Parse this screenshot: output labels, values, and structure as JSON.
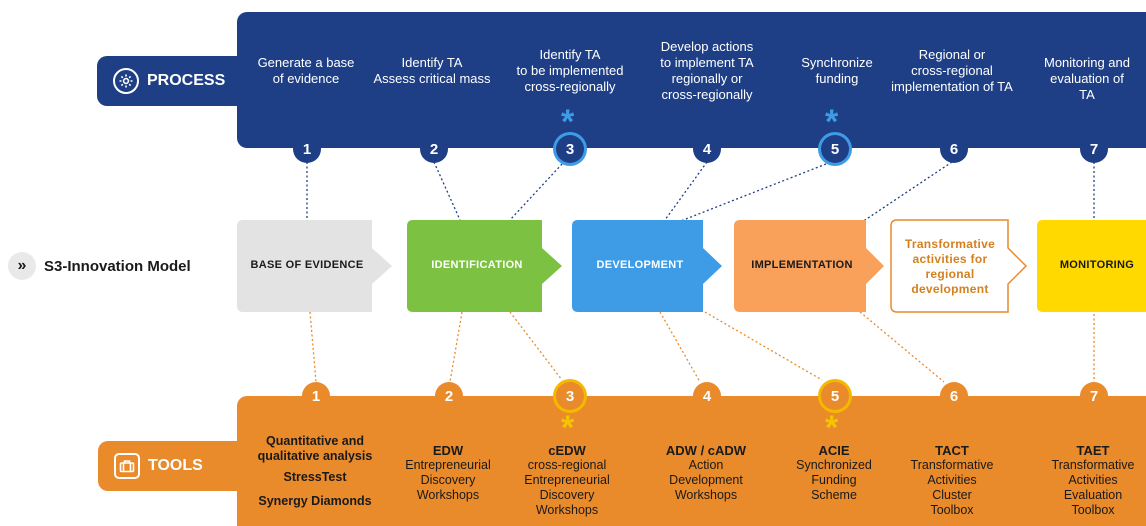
{
  "process": {
    "label": "PROCESS",
    "icon": "gear-icon",
    "steps": [
      {
        "num": "1",
        "text": [
          "Generate a base",
          "of evidence"
        ],
        "asterisk": false
      },
      {
        "num": "2",
        "text": [
          "Identify TA",
          "Assess critical mass"
        ],
        "asterisk": false
      },
      {
        "num": "3",
        "text": [
          "Identify TA",
          "to be implemented",
          "cross-regionally"
        ],
        "asterisk": true
      },
      {
        "num": "4",
        "text": [
          "Develop actions",
          "to implement TA",
          "regionally or",
          "cross-regionally"
        ],
        "asterisk": false
      },
      {
        "num": "5",
        "text": [
          "Synchronize",
          "funding"
        ],
        "asterisk": true
      },
      {
        "num": "6",
        "text": [
          "Regional or",
          "cross-regional",
          "implementation of TA"
        ],
        "asterisk": false
      },
      {
        "num": "7",
        "text": [
          "Monitoring and",
          "evaluation of",
          "TA"
        ],
        "asterisk": false
      }
    ]
  },
  "model": {
    "label": "S3-Innovation Model",
    "icon": "double-chevron-right-icon",
    "stages": [
      {
        "label": "BASE OF EVIDENCE",
        "color": "#e3e3e3",
        "text_color": "#1a1a1a"
      },
      {
        "label": "IDENTIFICATION",
        "color": "#7dc142",
        "text_color": "#ffffff"
      },
      {
        "label": "DEVELOPMENT",
        "color": "#3e9ce6",
        "text_color": "#ffffff"
      },
      {
        "label": "IMPLEMENTATION",
        "color": "#f9a15a",
        "text_color": "#1a1a1a"
      },
      {
        "label": "Transformative activities for regional development",
        "color": "#ffffff",
        "text_color": "#d4801f"
      },
      {
        "label": "MONITORING",
        "color": "#ffd900",
        "text_color": "#1a1a1a"
      }
    ]
  },
  "tools": {
    "label": "TOOLS",
    "icon": "briefcase-icon",
    "items": [
      {
        "num": "1",
        "title": "",
        "lines": [
          "Quantitative and",
          "qualitative analysis",
          "StressTest",
          "Synergy Diamonds"
        ],
        "asterisk": false
      },
      {
        "num": "2",
        "title": "EDW",
        "lines": [
          "Entrepreneurial",
          "Discovery",
          "Workshops"
        ],
        "asterisk": false
      },
      {
        "num": "3",
        "title": "cEDW",
        "lines": [
          "cross-regional",
          "Entrepreneurial",
          "Discovery",
          "Workshops"
        ],
        "asterisk": true
      },
      {
        "num": "4",
        "title": "ADW / cADW",
        "lines": [
          "Action",
          "Development",
          "Workshops"
        ],
        "asterisk": false
      },
      {
        "num": "5",
        "title": "ACIE",
        "lines": [
          "Synchronized",
          "Funding",
          "Scheme"
        ],
        "asterisk": true
      },
      {
        "num": "6",
        "title": "TACT",
        "lines": [
          "Transformative",
          "Activities",
          "Cluster",
          "Toolbox"
        ],
        "asterisk": false
      },
      {
        "num": "7",
        "title": "TAET",
        "lines": [
          "Transformative",
          "Activities",
          "Evaluation",
          "Toolbox"
        ],
        "asterisk": false
      }
    ]
  },
  "colors": {
    "process_blue": "#1e3f86",
    "tools_orange": "#e98a2b",
    "asterisk_blue": "#3e9ce6",
    "asterisk_yellow": "#f5c400"
  }
}
